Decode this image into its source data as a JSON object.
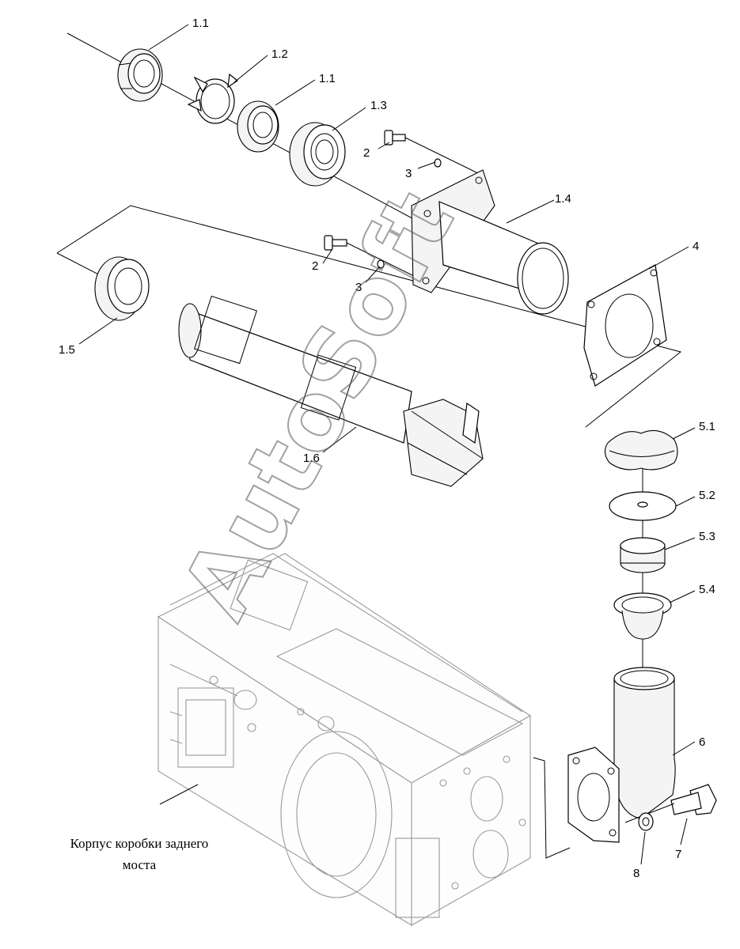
{
  "callouts": {
    "c1_1a": "1.1",
    "c1_2": "1.2",
    "c1_1b": "1.1",
    "c1_3": "1.3",
    "c2a": "2",
    "c3a": "3",
    "c1_4": "1.4",
    "c2b": "2",
    "c3b": "3",
    "c4": "4",
    "c1_5": "1.5",
    "c1_6": "1.6",
    "c5_1": "5.1",
    "c5_2": "5.2",
    "c5_3": "5.3",
    "c5_4": "5.4",
    "c6": "6",
    "c7": "7",
    "c8": "8"
  },
  "caption": {
    "line1": "Корпус коробки заднего",
    "line2": "моста"
  },
  "watermark": "AutoSoft"
}
